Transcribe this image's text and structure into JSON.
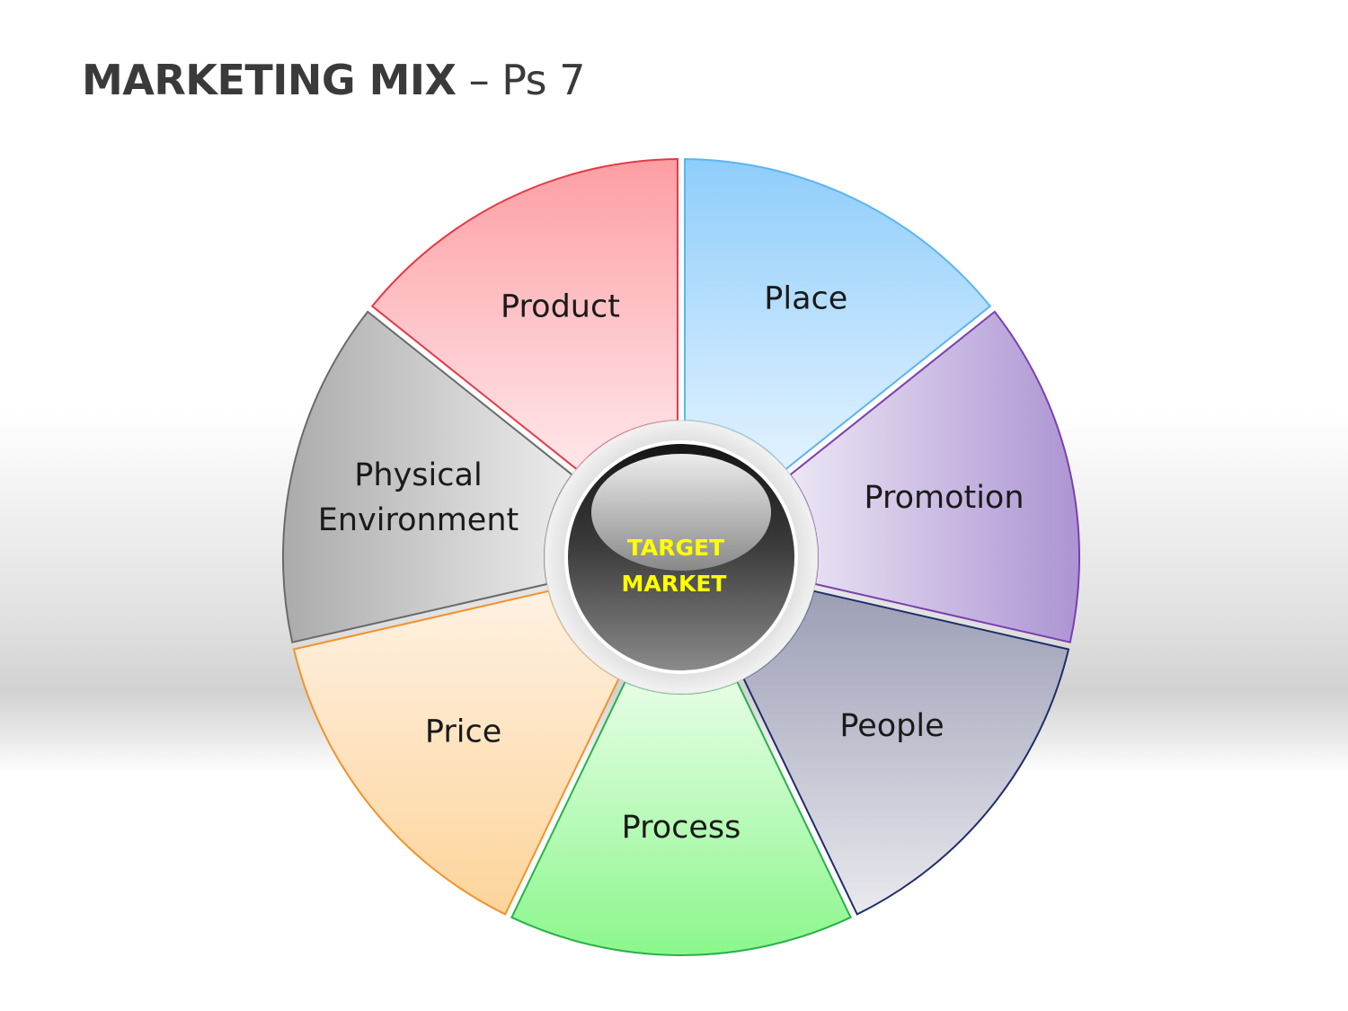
{
  "title": {
    "bold": "MARKETING MIX",
    "dash": " – ",
    "rest": "Ps 7"
  },
  "center": {
    "lines": [
      "TARGET",
      "MARKET"
    ],
    "color": "#ffff00"
  },
  "segments": [
    {
      "key": "product",
      "lines": [
        "Product"
      ],
      "color": "#e63946"
    },
    {
      "key": "place",
      "lines": [
        "Place"
      ],
      "color": "#5bb5f0"
    },
    {
      "key": "promotion",
      "lines": [
        "Promotion"
      ],
      "color": "#7a3fb0"
    },
    {
      "key": "people",
      "lines": [
        "People"
      ],
      "color": "#1f2d6b"
    },
    {
      "key": "process",
      "lines": [
        "Process"
      ],
      "color": "#28b14a"
    },
    {
      "key": "price",
      "lines": [
        "Price"
      ],
      "color": "#f2922a"
    },
    {
      "key": "physical-environment",
      "lines": [
        "Physical",
        "Environment"
      ],
      "color": "#6a6a6a"
    }
  ]
}
